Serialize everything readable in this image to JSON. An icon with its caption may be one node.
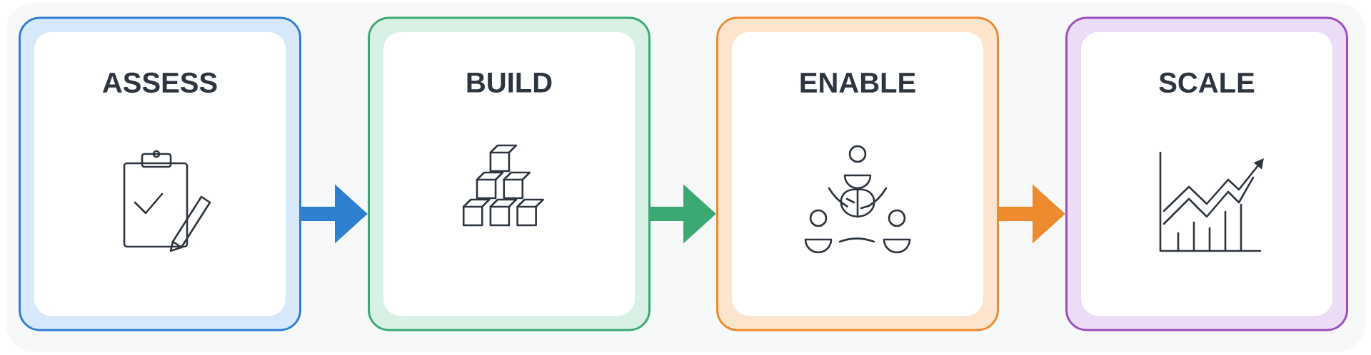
{
  "diagram": {
    "nodes": [
      {
        "text": [
          "ASSESS"
        ]
      },
      {
        "text": [
          "BUILD"
        ]
      },
      {
        "text": [
          "ENABLE"
        ]
      },
      {
        "text": [
          "SCALE"
        ]
      }
    ],
    "edges": [
      {
        "from": 0,
        "to": 1,
        "arrow": "to",
        "color": "#2f7fd0"
      },
      {
        "from": 1,
        "to": 2,
        "arrow": "to",
        "color": "#3aaa72"
      },
      {
        "from": 2,
        "to": 3,
        "arrow": "to",
        "color": "#ee8a2e"
      }
    ]
  }
}
